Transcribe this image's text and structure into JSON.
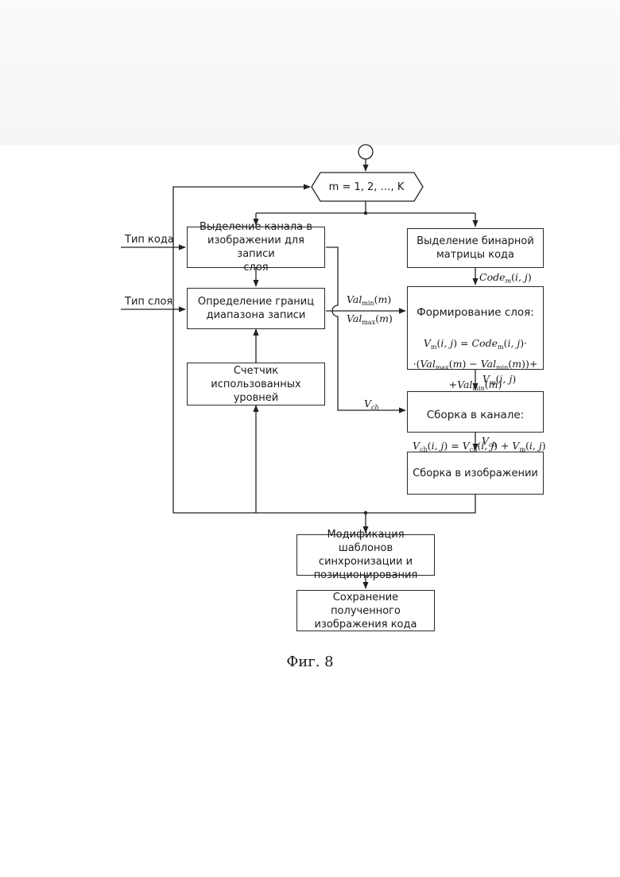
{
  "figure": {
    "caption": "Фиг. 8",
    "loop_header": "m = 1, 2, …, K",
    "inputs": {
      "code_type": "Тип кода",
      "layer_type": "Тип слоя"
    },
    "blocks": {
      "channel_select": "Выделение канала в\nизображении для записи\nслоя",
      "range_bounds": "Определение границ\nдиапазона записи",
      "level_counter": "Счетчик использованных\nуровней",
      "binary_matrix": "Выделение бинарной\nматрицы кода",
      "layer_forming_title": "Формирование слоя:",
      "channel_assembly_title": "Сборка в канале:",
      "image_assembly": "Сборка в изображении",
      "template_modification": "Модификация шаблонов\nсинхронизации и\nпозиционирования",
      "save_image": "Сохранение полученного\nизображения кода"
    }
  }
}
